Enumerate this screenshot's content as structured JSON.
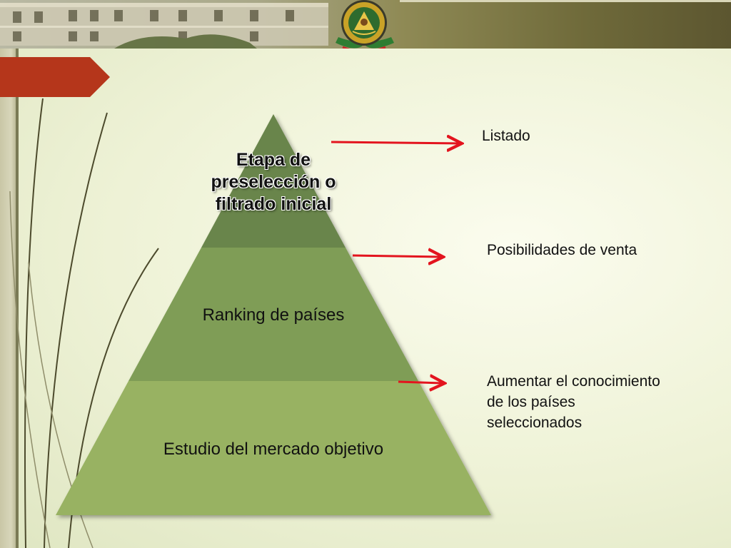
{
  "colors": {
    "pyramid_top": "#69854b",
    "pyramid_mid": "#7f9d57",
    "pyramid_bottom": "#98b262",
    "arrow": "#e3141e",
    "tab": "#b5361b",
    "banner_dark": "#5c5630"
  },
  "banner": {
    "seal_icon": "university-seal-icon"
  },
  "pyramid": {
    "levels": [
      {
        "text": "Etapa de preselección o filtrado inicial"
      },
      {
        "text": "Ranking de países"
      },
      {
        "text": "Estudio del mercado objetivo"
      }
    ]
  },
  "annotations": [
    {
      "text": "Listado"
    },
    {
      "text": "Posibilidades de venta"
    },
    {
      "text": "Aumentar el conocimiento de los países seleccionados"
    }
  ]
}
